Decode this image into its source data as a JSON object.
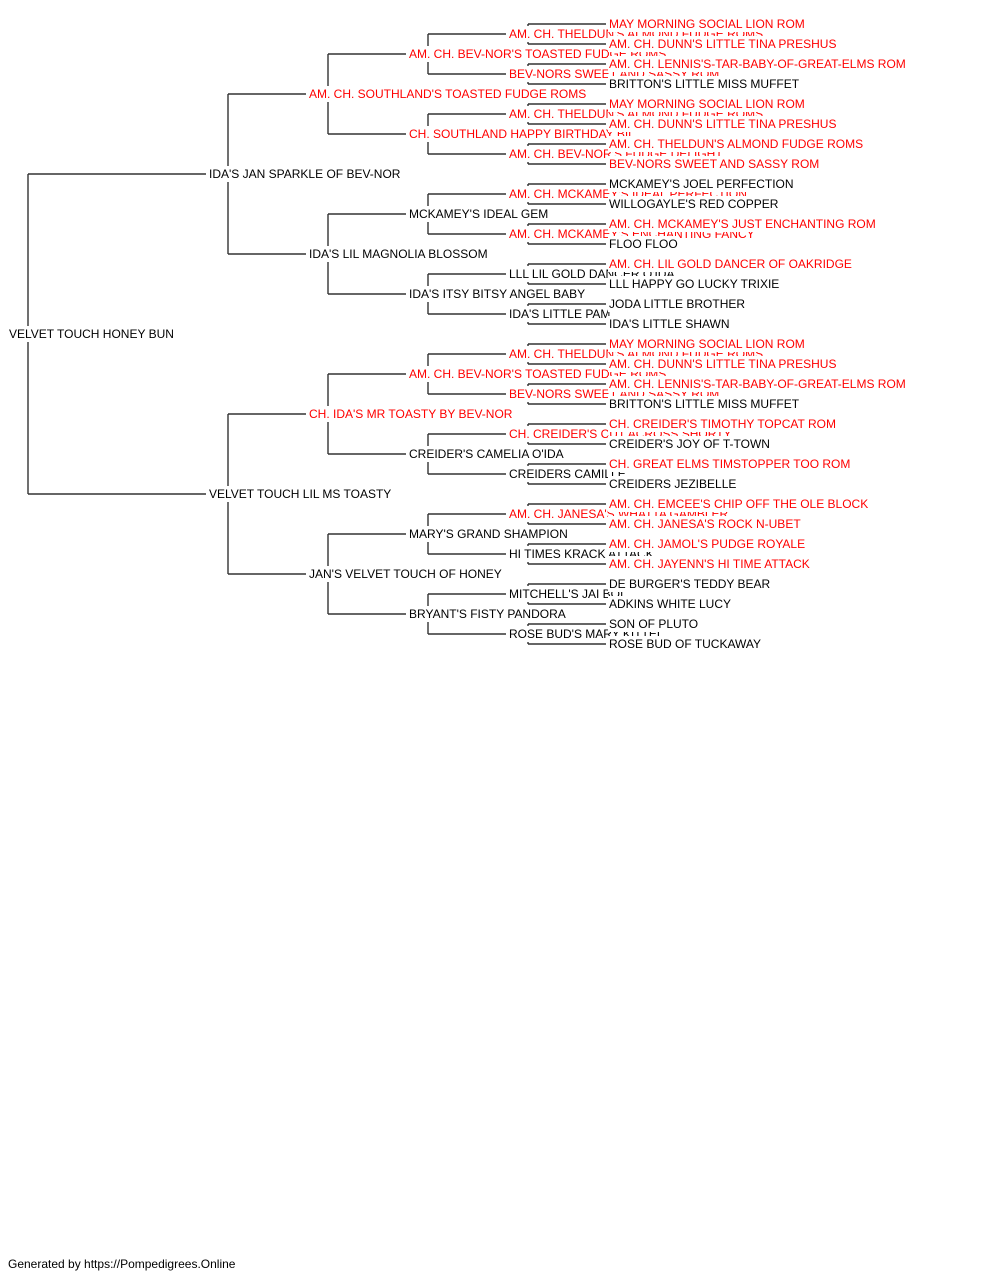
{
  "colors": {
    "champion_text": "#ff0000",
    "normal_text": "#000000",
    "line": "#333333"
  },
  "pedigree": {
    "name": "VELVET TOUCH HONEY BUN",
    "red": false,
    "sire": {
      "name": "IDA'S JAN SPARKLE OF BEV-NOR",
      "red": false,
      "sire": {
        "name": "AM. CH. SOUTHLAND'S TOASTED FUDGE ROMS",
        "red": true,
        "sire": {
          "name": "AM. CH. BEV-NOR'S TOASTED FUDGE ROMS",
          "red": true,
          "sire": {
            "name": "AM. CH. THELDUN'S ALMOND FUDGE ROMS",
            "red": true,
            "sire": {
              "name": "MAY MORNING SOCIAL LION ROM",
              "red": true
            },
            "dam": {
              "name": "AM. CH. DUNN'S LITTLE TINA PRESHUS",
              "red": true
            }
          },
          "dam": {
            "name": "BEV-NORS SWEET AND SASSY ROM",
            "red": true,
            "sire": {
              "name": "AM. CH. LENNIS'S-TAR-BABY-OF-GREAT-ELMS ROM",
              "red": true
            },
            "dam": {
              "name": "BRITTON'S LITTLE MISS MUFFET",
              "red": false
            }
          }
        },
        "dam": {
          "name": "CH. SOUTHLAND HAPPY BIRTHDAY BIL",
          "red": true,
          "sire": {
            "name": "AM. CH. THELDUN'S ALMOND FUDGE ROMS",
            "red": true,
            "sire": {
              "name": "MAY MORNING SOCIAL LION ROM",
              "red": true
            },
            "dam": {
              "name": "AM. CH. DUNN'S LITTLE TINA PRESHUS",
              "red": true
            }
          },
          "dam": {
            "name": "AM. CH. BEV-NOR'S FUDGE DELIGHT",
            "red": true,
            "sire": {
              "name": "AM. CH. THELDUN'S ALMOND FUDGE ROMS",
              "red": true
            },
            "dam": {
              "name": "BEV-NORS SWEET AND SASSY ROM",
              "red": true
            }
          }
        }
      },
      "dam": {
        "name": "IDA'S LIL MAGNOLIA BLOSSOM",
        "red": false,
        "sire": {
          "name": "MCKAMEY'S IDEAL GEM",
          "red": false,
          "sire": {
            "name": "AM. CH. MCKAMEY'S IDEAL PERFECTION",
            "red": true,
            "sire": {
              "name": "MCKAMEY'S JOEL PERFECTION",
              "red": false
            },
            "dam": {
              "name": "WILLOGAYLE'S RED COPPER",
              "red": false
            }
          },
          "dam": {
            "name": "AM. CH. MCKAMEY'S ENCHANTING FANCY",
            "red": true,
            "sire": {
              "name": "AM. CH. MCKAMEY'S JUST ENCHANTING ROM",
              "red": true
            },
            "dam": {
              "name": "FLOO FLOO",
              "red": false
            }
          }
        },
        "dam": {
          "name": "IDA'S ITSY BITSY ANGEL BABY",
          "red": false,
          "sire": {
            "name": "LLL LIL GOLD DANCER O'IDA",
            "red": false,
            "sire": {
              "name": "AM. CH. LIL GOLD DANCER OF OAKRIDGE",
              "red": true
            },
            "dam": {
              "name": "LLL HAPPY GO LUCKY TRIXIE",
              "red": false
            }
          },
          "dam": {
            "name": "IDA'S LITTLE PAM",
            "red": false,
            "sire": {
              "name": "JODA LITTLE BROTHER",
              "red": false
            },
            "dam": {
              "name": "IDA'S LITTLE SHAWN",
              "red": false
            }
          }
        }
      }
    },
    "dam": {
      "name": "VELVET TOUCH LIL MS TOASTY",
      "red": false,
      "sire": {
        "name": "CH. IDA'S MR TOASTY BY BEV-NOR",
        "red": true,
        "sire": {
          "name": "AM. CH. BEV-NOR'S TOASTED FUDGE ROMS",
          "red": true,
          "sire": {
            "name": "AM. CH. THELDUN'S ALMOND FUDGE ROMS",
            "red": true,
            "sire": {
              "name": "MAY MORNING SOCIAL LION ROM",
              "red": true
            },
            "dam": {
              "name": "AM. CH. DUNN'S LITTLE TINA PRESHUS",
              "red": true
            }
          },
          "dam": {
            "name": "BEV-NORS SWEET AND SASSY ROM",
            "red": true,
            "sire": {
              "name": "AM. CH. LENNIS'S-TAR-BABY-OF-GREAT-ELMS ROM",
              "red": true
            },
            "dam": {
              "name": "BRITTON'S LITTLE MISS MUFFET",
              "red": false
            }
          }
        },
        "dam": {
          "name": "CREIDER'S CAMELIA O'IDA",
          "red": false,
          "sire": {
            "name": "CH. CREIDER'S CUT ACROSS SHORTY",
            "red": true,
            "sire": {
              "name": "CH. CREIDER'S TIMOTHY TOPCAT ROM",
              "red": true
            },
            "dam": {
              "name": "CREIDER'S JOY OF T-TOWN",
              "red": false
            }
          },
          "dam": {
            "name": "CREIDERS CAMILLE",
            "red": false,
            "sire": {
              "name": "CH. GREAT ELMS TIMSTOPPER TOO ROM",
              "red": true
            },
            "dam": {
              "name": "CREIDERS JEZIBELLE",
              "red": false
            }
          }
        }
      },
      "dam": {
        "name": "JAN'S VELVET TOUCH OF HONEY",
        "red": false,
        "sire": {
          "name": "MARY'S GRAND SHAMPION",
          "red": false,
          "sire": {
            "name": "AM. CH. JANESA'S WHATTA GAMBLER",
            "red": true,
            "sire": {
              "name": "AM. CH. EMCEE'S CHIP OFF THE OLE BLOCK",
              "red": true
            },
            "dam": {
              "name": "AM. CH. JANESA'S ROCK N-UBET",
              "red": true
            }
          },
          "dam": {
            "name": "HI TIMES KRACK ATTACK",
            "red": false,
            "sire": {
              "name": "AM. CH. JAMOL'S PUDGE ROYALE",
              "red": true
            },
            "dam": {
              "name": "AM. CH. JAYENN'S HI TIME ATTACK",
              "red": true
            }
          }
        },
        "dam": {
          "name": "BRYANT'S FISTY PANDORA",
          "red": false,
          "sire": {
            "name": "MITCHELL'S JAI BOI",
            "red": false,
            "sire": {
              "name": "DE BURGER'S TEDDY BEAR",
              "red": false
            },
            "dam": {
              "name": "ADKINS WHITE LUCY",
              "red": false
            }
          },
          "dam": {
            "name": "ROSE BUD'S MARY KITTEL",
            "red": false,
            "sire": {
              "name": "SON OF PLUTO",
              "red": false
            },
            "dam": {
              "name": "ROSE BUD OF TUCKAWAY",
              "red": false
            }
          }
        }
      }
    }
  },
  "footer": {
    "text": "Generated by https://Pompedigrees.Online"
  }
}
